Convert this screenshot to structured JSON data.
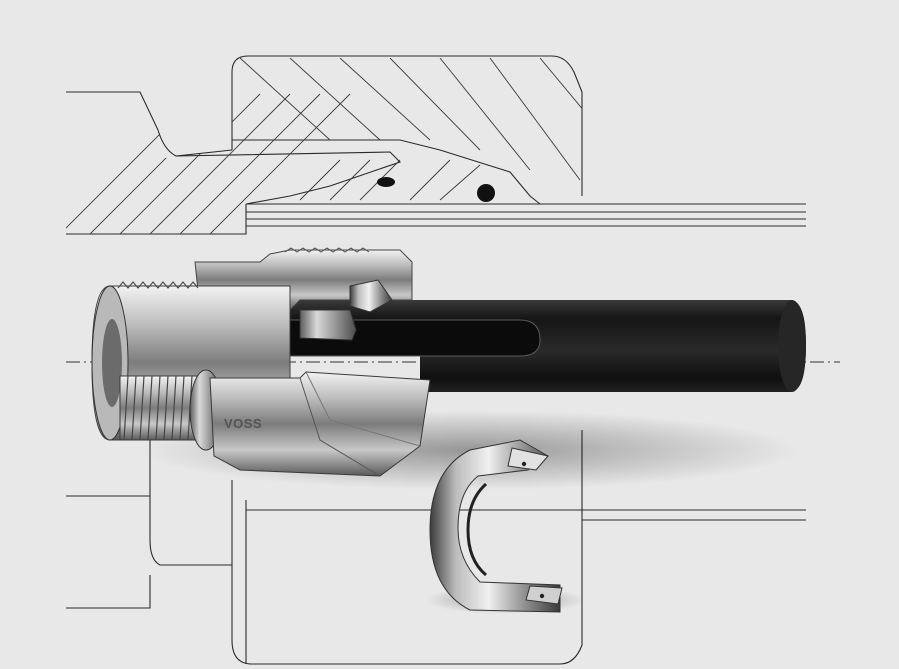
{
  "figure": {
    "brand_marking": "VOSS"
  },
  "colors": {
    "background": "#e8e8e8",
    "drawing_lines": "#2b2b2b",
    "steel_light": "#d6d6d6",
    "steel_mid": "#9a9a9a",
    "steel_dark": "#4a4a4a",
    "tube_black": "#1c1c1c"
  },
  "components": [
    {
      "name": "technical-drawing",
      "icon": "cross-section-drawing"
    },
    {
      "name": "fitting-body",
      "icon": "threaded-body"
    },
    {
      "name": "union-nut",
      "icon": "hex-nut"
    },
    {
      "name": "cutting-ring",
      "icon": "ring"
    },
    {
      "name": "tube",
      "icon": "tube"
    },
    {
      "name": "loose-ring",
      "icon": "ring"
    }
  ]
}
